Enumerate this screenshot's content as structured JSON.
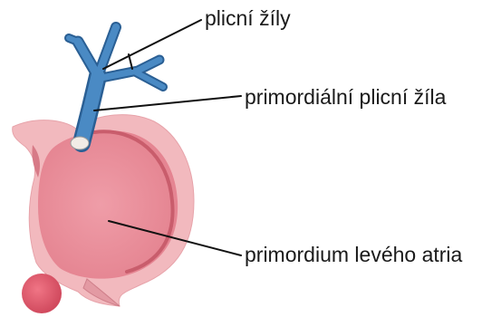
{
  "labels": {
    "pulmonary_veins": "plicní žíly",
    "primordial_pulmonary_vein": "primordiální plicní žíla",
    "left_atrium_primordium": "primordium levého atria"
  },
  "colors": {
    "vein_blue": "#3f7db8",
    "vein_blue_dark": "#2a5f94",
    "atrium_pink": "#e8909c",
    "atrium_pink_light": "#f0b4bb",
    "atrium_wall": "#c9606e",
    "sphere_red": "#e0566a",
    "leader_line": "#111111"
  },
  "icons": {
    "diagram": "heart-atrium-illustration"
  }
}
